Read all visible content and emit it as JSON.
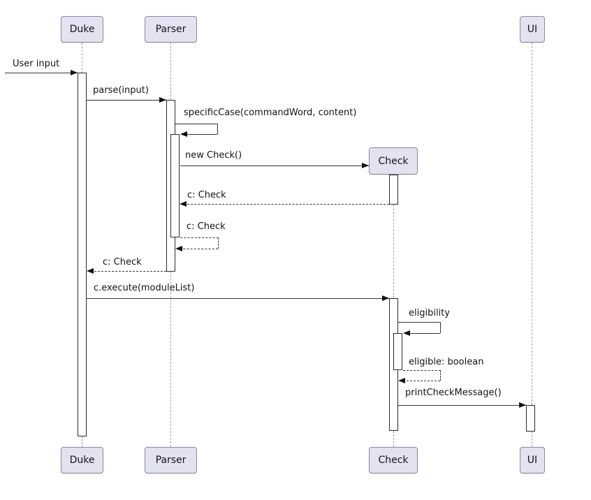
{
  "diagram": {
    "type": "uml-sequence-diagram",
    "participants": [
      {
        "name": "Duke"
      },
      {
        "name": "Parser"
      },
      {
        "name": "Check",
        "created_during_sequence": true
      },
      {
        "name": "UI"
      }
    ],
    "messages": [
      {
        "label": "User input",
        "from": "external",
        "to": "Duke",
        "style": "solid"
      },
      {
        "label": "parse(input)",
        "from": "Duke",
        "to": "Parser",
        "style": "solid"
      },
      {
        "label": "specificCase(commandWord, content)",
        "from": "Parser",
        "to": "Parser",
        "style": "solid"
      },
      {
        "label": "new Check()",
        "from": "Parser",
        "to": "Check",
        "style": "solid",
        "kind": "create"
      },
      {
        "label": "c: Check",
        "from": "Check",
        "to": "Parser",
        "style": "dashed",
        "kind": "return"
      },
      {
        "label": "c: Check",
        "from": "Parser",
        "to": "Parser",
        "style": "dashed",
        "kind": "return"
      },
      {
        "label": "c: Check",
        "from": "Parser",
        "to": "Duke",
        "style": "dashed",
        "kind": "return"
      },
      {
        "label": "c.execute(moduleList)",
        "from": "Duke",
        "to": "Check",
        "style": "solid"
      },
      {
        "label": "eligibility",
        "from": "Check",
        "to": "Check",
        "style": "solid"
      },
      {
        "label": "eligible: boolean",
        "from": "Check",
        "to": "Check",
        "style": "dashed",
        "kind": "return"
      },
      {
        "label": "printCheckMessage()",
        "from": "Check",
        "to": "UI",
        "style": "solid"
      }
    ],
    "colors": {
      "background": "#FFFFFF",
      "participant_fill": "#E2E2F0",
      "participant_border": "#888A9C",
      "activation_fill": "#FFFFFF",
      "message_line": "#333333",
      "lifeline": "#A3A3A3",
      "text": "#131313"
    }
  }
}
